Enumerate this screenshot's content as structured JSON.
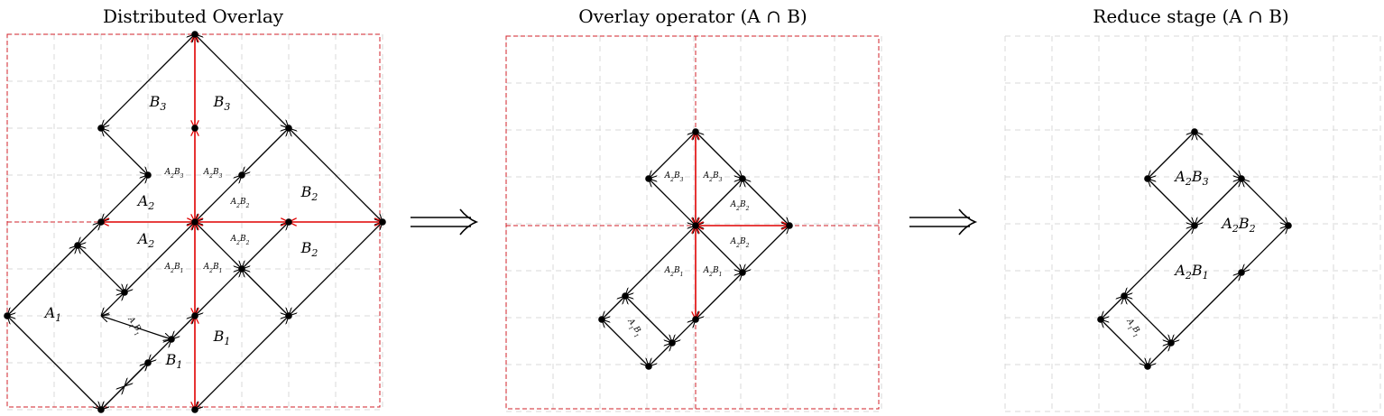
{
  "panels": [
    {
      "title": "Distributed Overlay",
      "labels_large": [
        "B3",
        "B3",
        "A2",
        "B2",
        "A2",
        "B2",
        "A1",
        "B1",
        "B1"
      ],
      "labels_small": [
        "A2B3",
        "A2B3",
        "A2B2",
        "A2B2",
        "A2B1",
        "A2B1",
        "A1B1"
      ]
    },
    {
      "title": "Overlay operator (A ∩ B)",
      "labels_small": [
        "A2B3",
        "A2B3",
        "A2B2",
        "A2B2",
        "A2B1",
        "A2B1",
        "A1B1"
      ]
    },
    {
      "title": "Reduce stage (A ∩ B)",
      "labels_large": [
        "A2B3",
        "A2B2",
        "A2B1"
      ],
      "labels_small": [
        "A1B1"
      ]
    }
  ],
  "arrows": [
    "⟹",
    "⟹"
  ],
  "colors": {
    "partition": "#d0202a",
    "highlight": "#e00000",
    "edge": "#000000",
    "grid": "#d9d9d9"
  }
}
